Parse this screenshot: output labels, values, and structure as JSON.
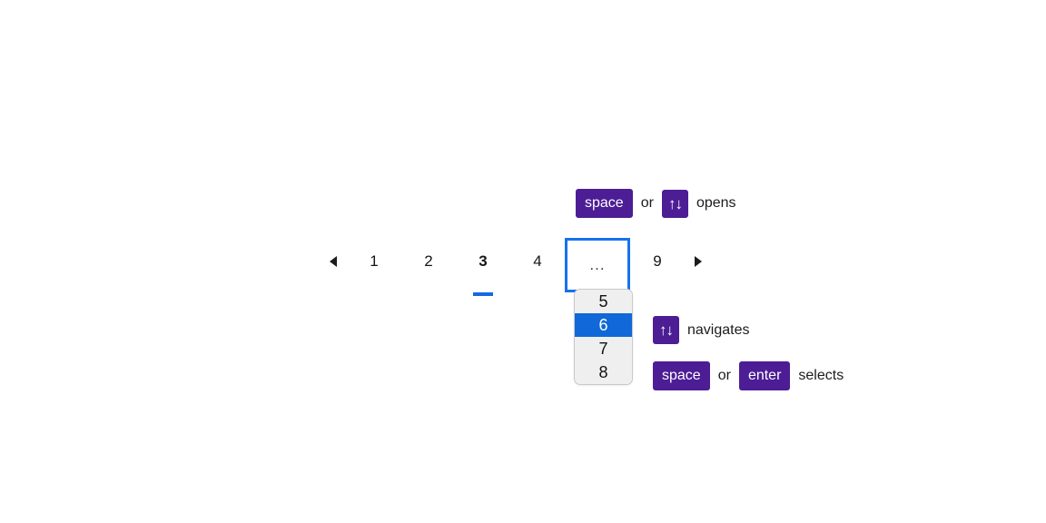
{
  "hints": {
    "opens": {
      "key1": "space",
      "separator": "or",
      "key2": "↑↓",
      "action": "opens"
    },
    "navigates": {
      "key1": "↑↓",
      "action": "navigates"
    },
    "selects": {
      "key1": "space",
      "separator": "or",
      "key2": "enter",
      "action": "selects"
    }
  },
  "pagination": {
    "prev_label": "◀",
    "next_label": "▶",
    "current_page": "3",
    "overflow_label": "...",
    "items": [
      {
        "label": "1",
        "state": "normal"
      },
      {
        "label": "2",
        "state": "normal"
      },
      {
        "label": "3",
        "state": "current"
      },
      {
        "label": "4",
        "state": "normal"
      },
      {
        "label": "...",
        "state": "focused"
      },
      {
        "label": "9",
        "state": "normal"
      }
    ]
  },
  "dropdown": {
    "options": [
      {
        "label": "5",
        "selected": false
      },
      {
        "label": "6",
        "selected": true
      },
      {
        "label": "7",
        "selected": false
      },
      {
        "label": "8",
        "selected": false
      }
    ],
    "selected_value": "6"
  },
  "colors": {
    "key_badge": "#4c1d95",
    "focus_ring": "#1672ec",
    "selected_option": "#1168d8",
    "current_underline": "#1668e3",
    "dropdown_background": "#efeff0",
    "page_background": "#ffffff"
  }
}
